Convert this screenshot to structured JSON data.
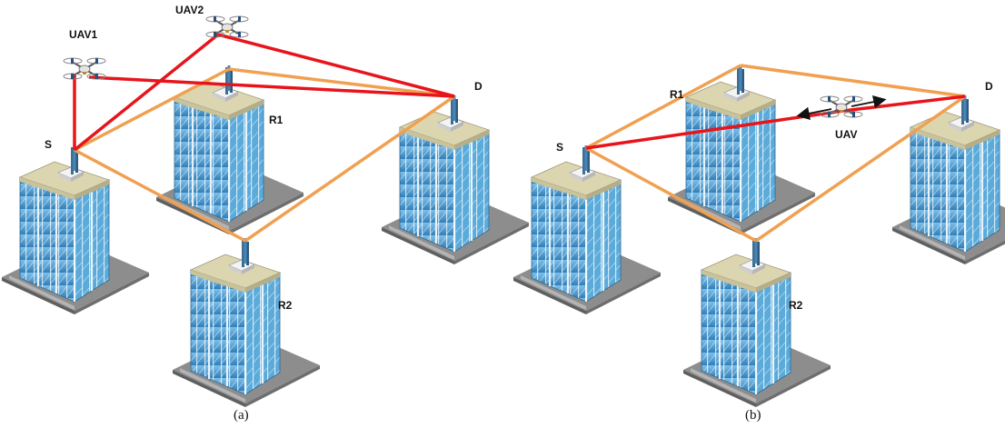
{
  "panel_a": {
    "caption": "(a)",
    "labels": {
      "uav1": "UAV1",
      "uav2": "UAV2",
      "s": "S",
      "d": "D",
      "r1": "R1",
      "r2": "R2"
    }
  },
  "panel_b": {
    "caption": "(b)",
    "labels": {
      "uav": "UAV",
      "s": "S",
      "d": "D",
      "r1": "R1",
      "r2": "R2"
    }
  },
  "colors": {
    "uav_link": "#e8141b",
    "relay_link": "#f0a050",
    "building_glass": "#4a9fd4",
    "building_frame": "#e8f2fa",
    "building_base": "#8c8c8c"
  }
}
